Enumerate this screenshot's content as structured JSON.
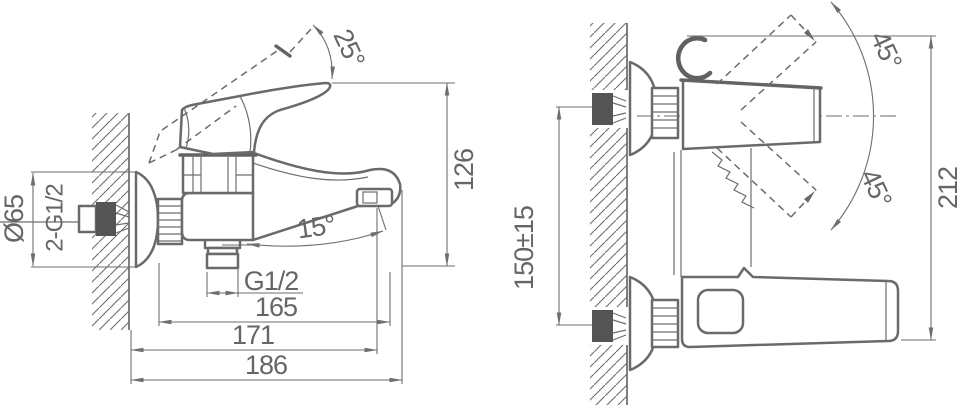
{
  "colors": {
    "line": "#6a6a6a",
    "dark_fitting_fill": "#545454",
    "text": "#666666",
    "background": "#ffffff"
  },
  "left_view": {
    "labels": {
      "handle_open_angle": "25°",
      "height_spout_to_handle": "126",
      "spout_angle": "15°",
      "outlet_thread": "G1/2",
      "dim_spout_reach": "165",
      "dim_depth_tip": "171",
      "dim_overall_depth": "186",
      "escutcheon_diameter": "Ø65",
      "inlet_connections": "2-G1/2"
    }
  },
  "right_view": {
    "labels": {
      "handle_swing_up": "45°",
      "handle_swing_down": "45°",
      "overall_height": "212",
      "inlet_spacing": "150±15"
    }
  }
}
